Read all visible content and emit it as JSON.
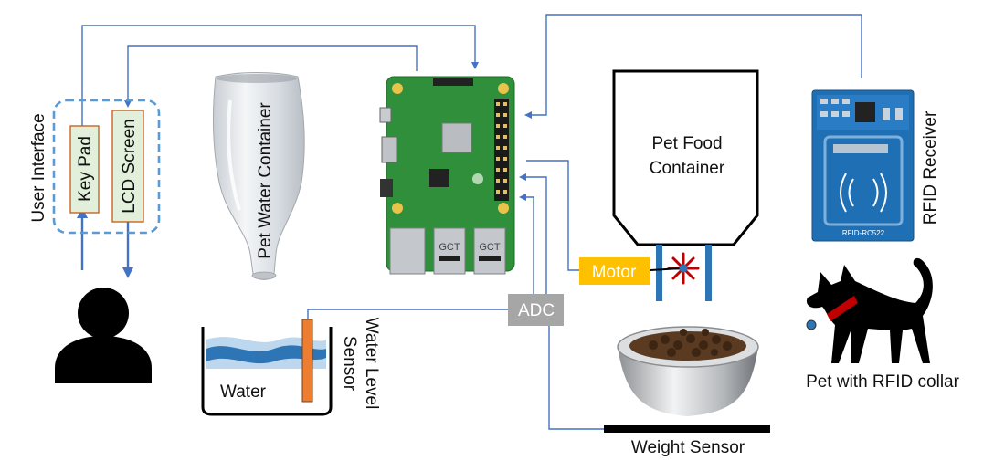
{
  "labels": {
    "user_interface": "User Interface",
    "key_pad": "Key Pad",
    "lcd_screen": "LCD Screen",
    "pet_water_container": "Pet Water Container",
    "pet_food_container_line1": "Pet Food",
    "pet_food_container_line2": "Container",
    "rfid_receiver": "RFID Receiver",
    "motor": "Motor",
    "adc": "ADC",
    "water": "Water",
    "water_level_sensor_line1": "Water Level",
    "water_level_sensor_line2": "Sensor",
    "weight_sensor": "Weight Sensor",
    "pet_with_rfid_collar": "Pet with RFID collar",
    "rpi_chip1": "GCT",
    "rpi_chip2": "GCT",
    "rfid_module_text": "RFID-RC522"
  },
  "colors": {
    "connector_blue": "#4472c4",
    "ui_dashed_border": "#5b9bd5",
    "ui_box_fill": "#e2efda",
    "ui_box_border": "#c55a11",
    "motor_fill": "#ffc000",
    "adc_fill": "#a6a6a6",
    "sensor_orange": "#ed7d31",
    "water_blue": "#2e75b6",
    "pcb_green": "#2f8f3a",
    "rfid_blue": "#1f6fb5",
    "collar_red": "#c00000"
  },
  "icons": [
    "person-icon",
    "raspberry-pi-icon",
    "water-bottle-icon",
    "rfid-module-icon",
    "cat-icon",
    "food-bowl-icon",
    "motor-rotor-icon"
  ]
}
